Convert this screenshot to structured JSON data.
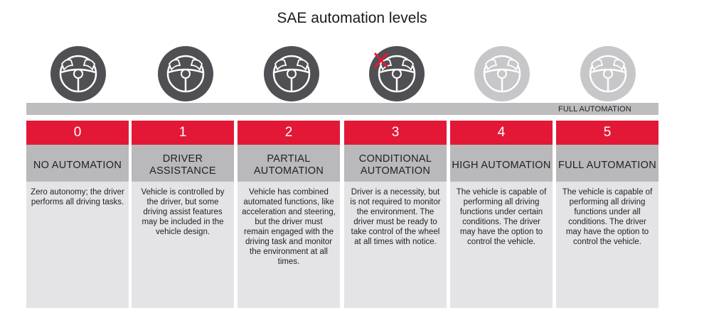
{
  "title": "SAE automation  levels",
  "bar_label": "FULL AUTOMATION",
  "icons": [
    {
      "name": "steering-wheel-hands-icon",
      "shade": "dark"
    },
    {
      "name": "steering-wheel-hands-icon",
      "shade": "dark"
    },
    {
      "name": "steering-wheel-hands-icon",
      "shade": "dark"
    },
    {
      "name": "steering-wheel-hands-crossed-icon",
      "shade": "dark",
      "mark_color": "#e31837"
    },
    {
      "name": "steering-wheel-icon",
      "shade": "light"
    },
    {
      "name": "steering-wheel-icon",
      "shade": "light"
    }
  ],
  "colors": {
    "accent_red": "#e31837",
    "dark_wheel": "#505054",
    "light_wheel": "#c7c7c9",
    "header_gray": "#b9b9bb",
    "body_gray": "#e4e4e6"
  },
  "levels": [
    {
      "number": "0",
      "name": "NO AUTOMATION",
      "description": "Zero  autonomy; the driver performs all driving tasks."
    },
    {
      "number": "1",
      "name": "DRIVER ASSISTANCE",
      "description": "Vehicle is controlled by the driver, but some driving assist features may be included in the vehicle design."
    },
    {
      "number": "2",
      "name": "PARTIAL AUTOMATION",
      "description": "Vehicle has combined automated functions, like acceleration and steering, but the driver must remain engaged with the driving task and monitor the environment at all times."
    },
    {
      "number": "3",
      "name": "CONDITIONAL AUTOMATION",
      "description": "Driver is a necessity, but is not required to monitor the environment. The driver must be ready to take control of the wheel at all times with notice."
    },
    {
      "number": "4",
      "name": "HIGH AUTOMATION",
      "description": "The vehicle is capable of performing all driving  functions under certain conditions. The driver may have the option to control the vehicle."
    },
    {
      "number": "5",
      "name": "FULL AUTOMATION",
      "description": "The vehicle is capable of performing all driving  functions under all conditions. The driver may have the option to control the vehicle."
    }
  ]
}
